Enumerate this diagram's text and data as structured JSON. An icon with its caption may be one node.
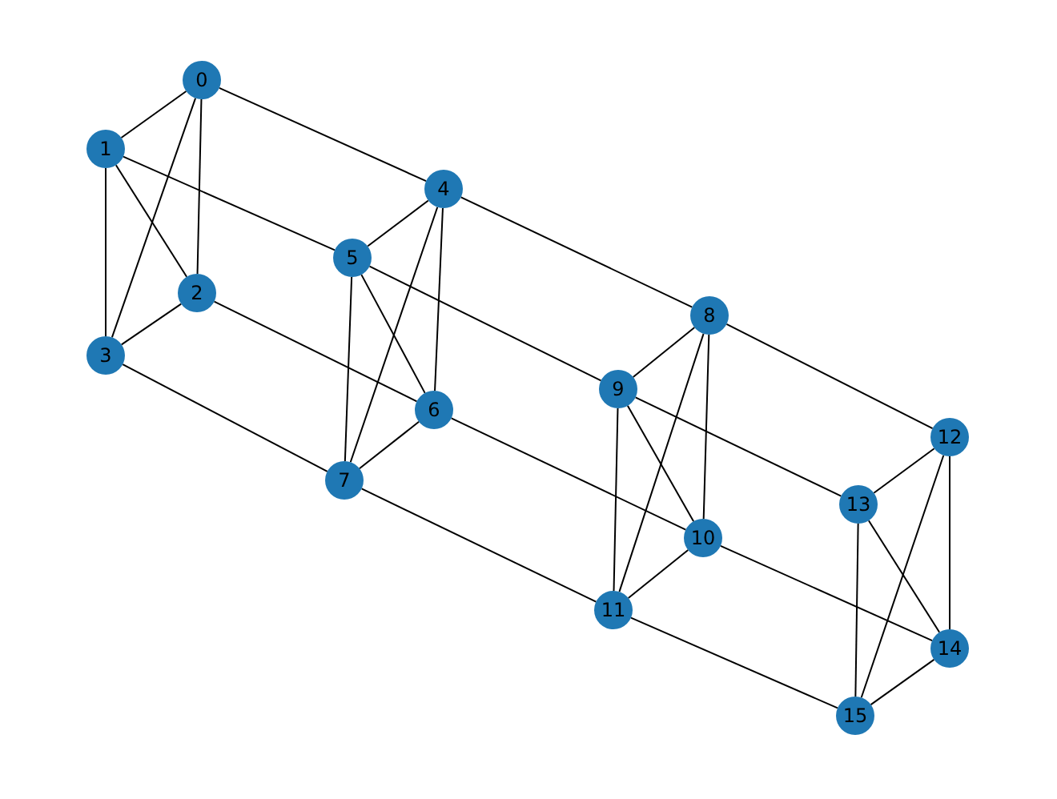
{
  "diagram": {
    "nodes": [
      {
        "text": [
          "0"
        ]
      },
      {
        "text": [
          "1"
        ]
      },
      {
        "text": [
          "2"
        ]
      },
      {
        "text": [
          "3"
        ]
      },
      {
        "text": [
          "4"
        ]
      },
      {
        "text": [
          "5"
        ]
      },
      {
        "text": [
          "6"
        ]
      },
      {
        "text": [
          "7"
        ]
      },
      {
        "text": [
          "8"
        ]
      },
      {
        "text": [
          "9"
        ]
      },
      {
        "text": [
          "10"
        ]
      },
      {
        "text": [
          "11"
        ]
      },
      {
        "text": [
          "12"
        ]
      },
      {
        "text": [
          "13"
        ]
      },
      {
        "text": [
          "14"
        ]
      },
      {
        "text": [
          "15"
        ]
      }
    ],
    "edges": [
      {
        "from": 0,
        "to": 1,
        "arrow": "none"
      },
      {
        "from": 0,
        "to": 2,
        "arrow": "none"
      },
      {
        "from": 0,
        "to": 3,
        "arrow": "none"
      },
      {
        "from": 0,
        "to": 4,
        "arrow": "none"
      },
      {
        "from": 1,
        "to": 2,
        "arrow": "none"
      },
      {
        "from": 1,
        "to": 3,
        "arrow": "none"
      },
      {
        "from": 1,
        "to": 5,
        "arrow": "none"
      },
      {
        "from": 2,
        "to": 3,
        "arrow": "none"
      },
      {
        "from": 2,
        "to": 6,
        "arrow": "none"
      },
      {
        "from": 3,
        "to": 7,
        "arrow": "none"
      },
      {
        "from": 4,
        "to": 5,
        "arrow": "none"
      },
      {
        "from": 4,
        "to": 6,
        "arrow": "none"
      },
      {
        "from": 4,
        "to": 7,
        "arrow": "none"
      },
      {
        "from": 4,
        "to": 8,
        "arrow": "none"
      },
      {
        "from": 5,
        "to": 6,
        "arrow": "none"
      },
      {
        "from": 5,
        "to": 7,
        "arrow": "none"
      },
      {
        "from": 5,
        "to": 9,
        "arrow": "none"
      },
      {
        "from": 6,
        "to": 7,
        "arrow": "none"
      },
      {
        "from": 6,
        "to": 10,
        "arrow": "none"
      },
      {
        "from": 7,
        "to": 11,
        "arrow": "none"
      },
      {
        "from": 8,
        "to": 9,
        "arrow": "none"
      },
      {
        "from": 8,
        "to": 10,
        "arrow": "none"
      },
      {
        "from": 8,
        "to": 11,
        "arrow": "none"
      },
      {
        "from": 8,
        "to": 12,
        "arrow": "none"
      },
      {
        "from": 9,
        "to": 10,
        "arrow": "none"
      },
      {
        "from": 9,
        "to": 11,
        "arrow": "none"
      },
      {
        "from": 9,
        "to": 13,
        "arrow": "none"
      },
      {
        "from": 10,
        "to": 11,
        "arrow": "none"
      },
      {
        "from": 10,
        "to": 14,
        "arrow": "none"
      },
      {
        "from": 11,
        "to": 15,
        "arrow": "none"
      },
      {
        "from": 12,
        "to": 13,
        "arrow": "none"
      },
      {
        "from": 12,
        "to": 14,
        "arrow": "none"
      },
      {
        "from": 12,
        "to": 15,
        "arrow": "none"
      },
      {
        "from": 13,
        "to": 14,
        "arrow": "none"
      },
      {
        "from": 13,
        "to": 15,
        "arrow": "none"
      },
      {
        "from": 14,
        "to": 15,
        "arrow": "none"
      }
    ]
  }
}
